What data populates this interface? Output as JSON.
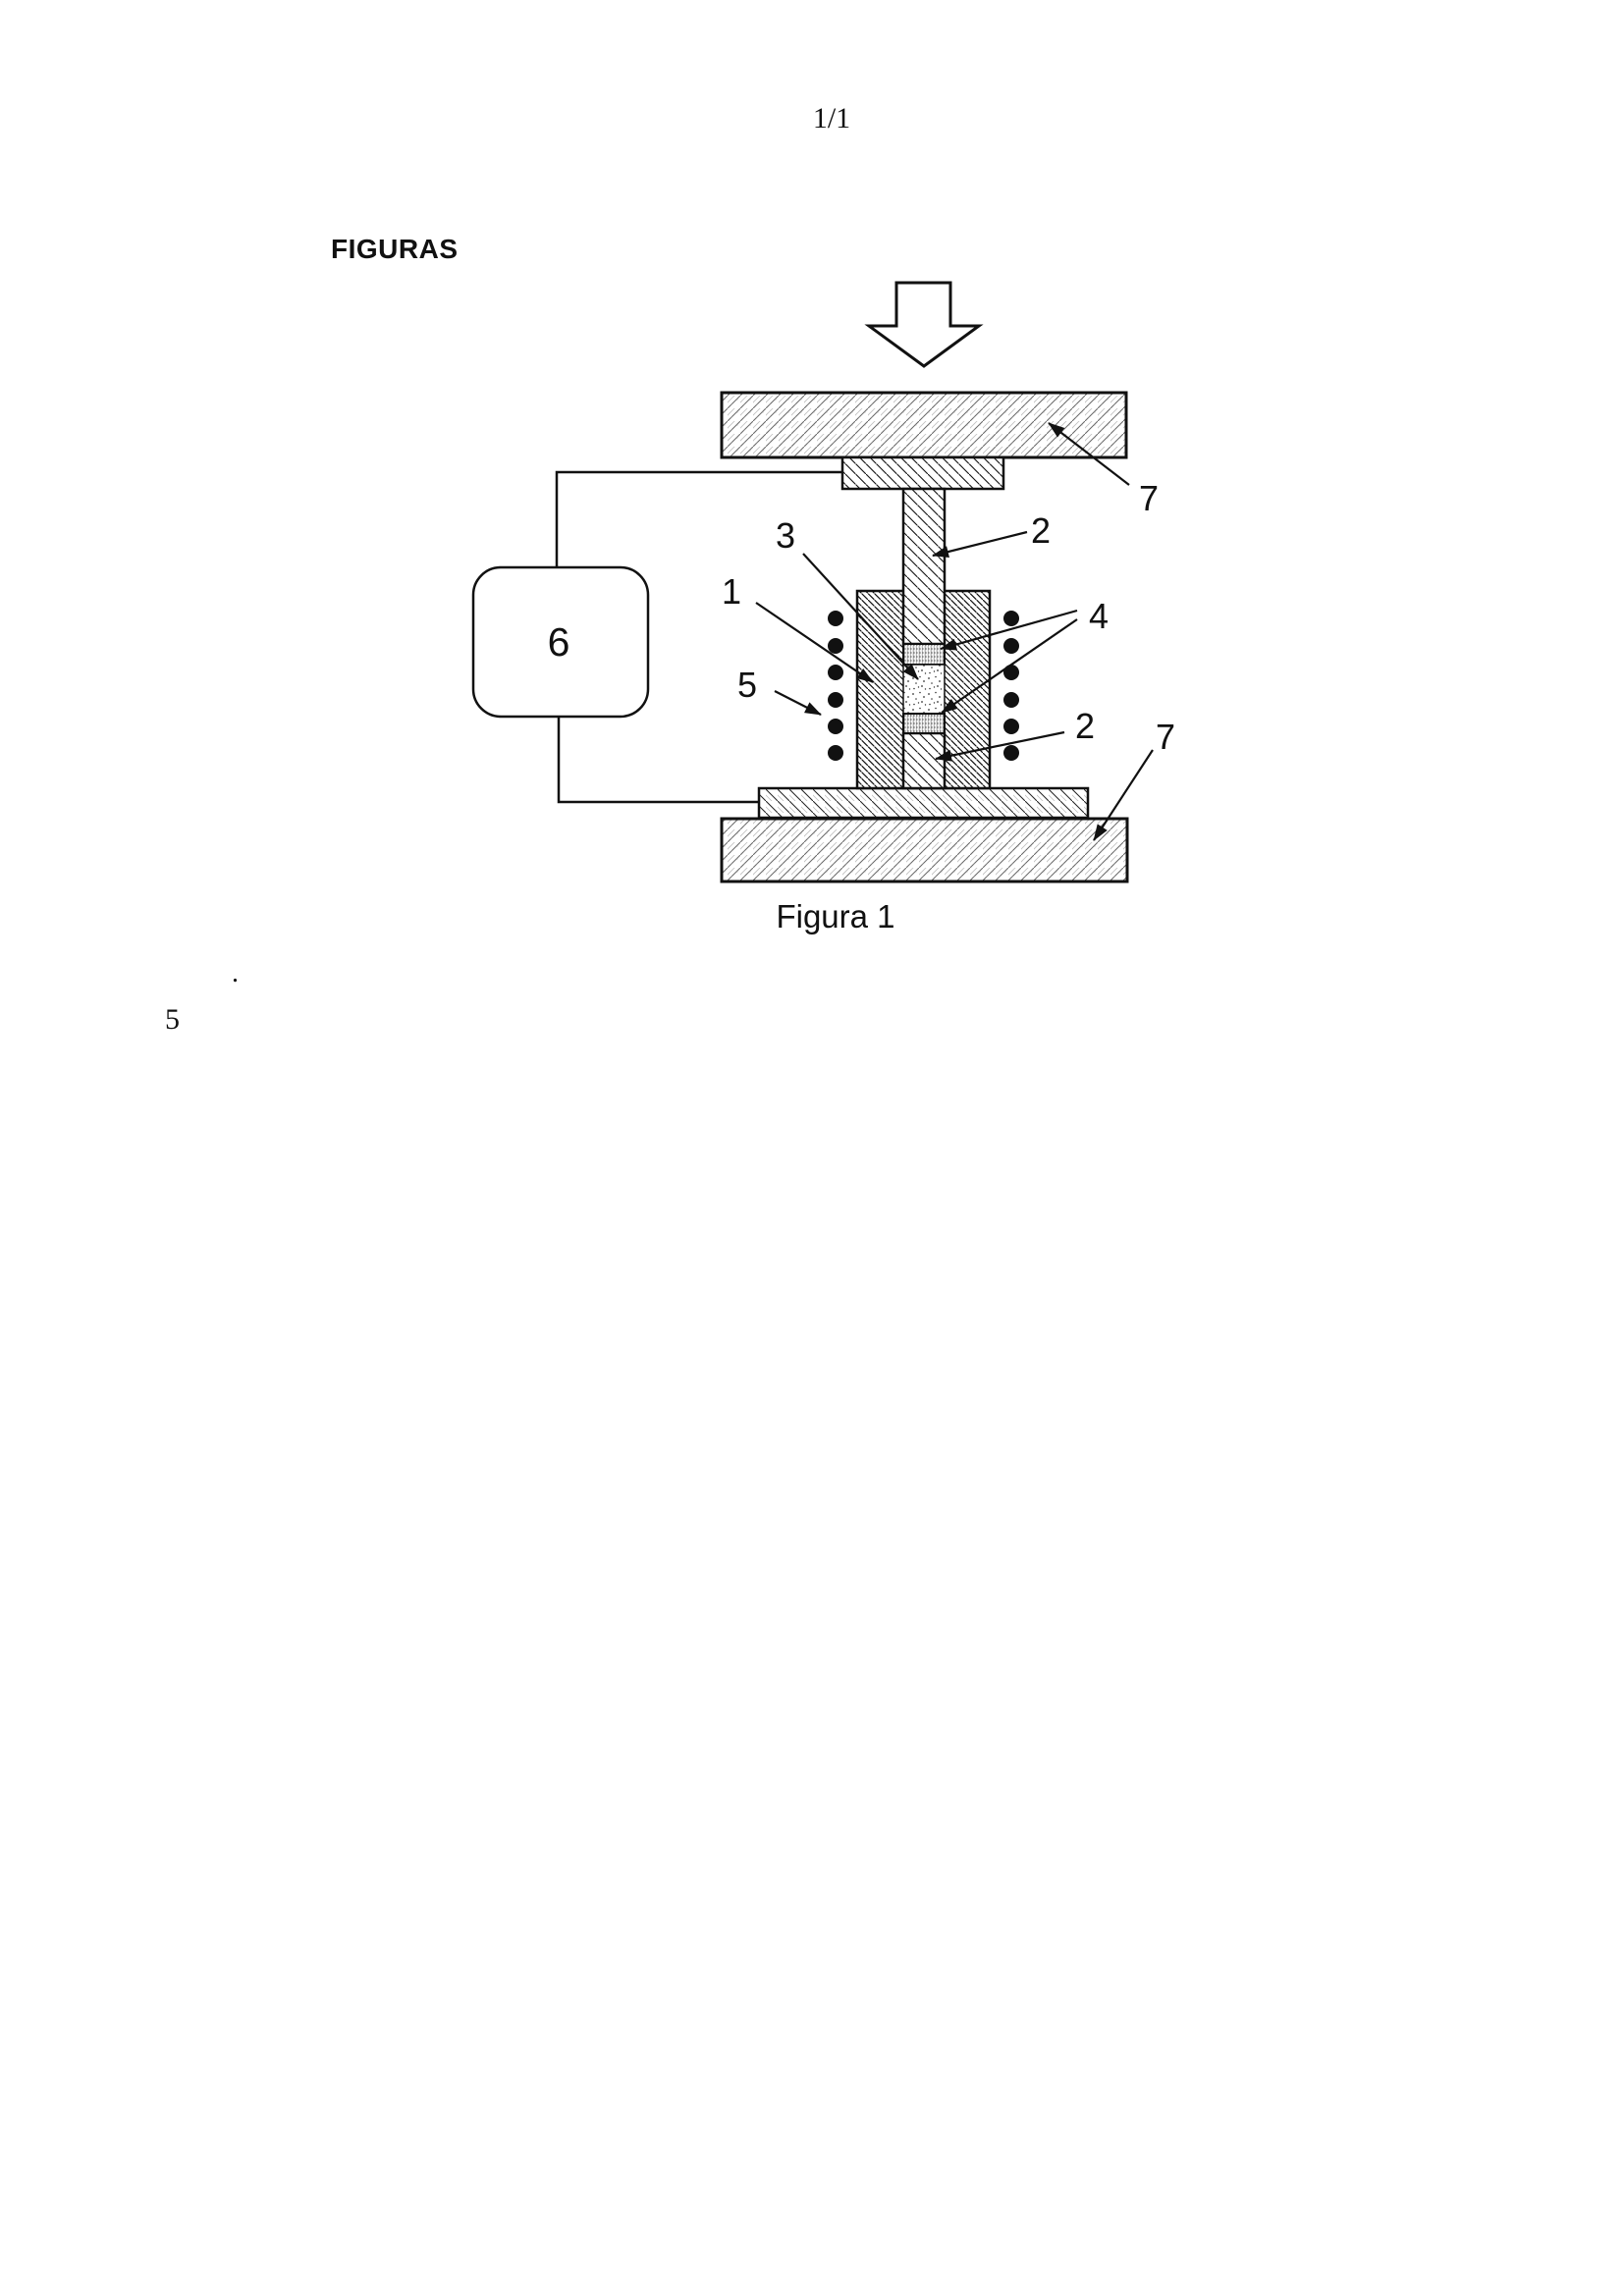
{
  "page": {
    "page_number": "1/1",
    "section_heading": "FIGURAS",
    "margin_period": ".",
    "margin_line_number": "5",
    "figure_caption": "Figura 1"
  },
  "figure": {
    "labels": {
      "die": "1",
      "upper_punch": "2",
      "sample": "3",
      "spacers": "4",
      "coil": "5",
      "power_supply": "6",
      "lower_punch": "2",
      "upper_press_plate": "7",
      "lower_press_plate": "7"
    },
    "colors": {
      "line": "#111111",
      "background": "#ffffff"
    }
  }
}
